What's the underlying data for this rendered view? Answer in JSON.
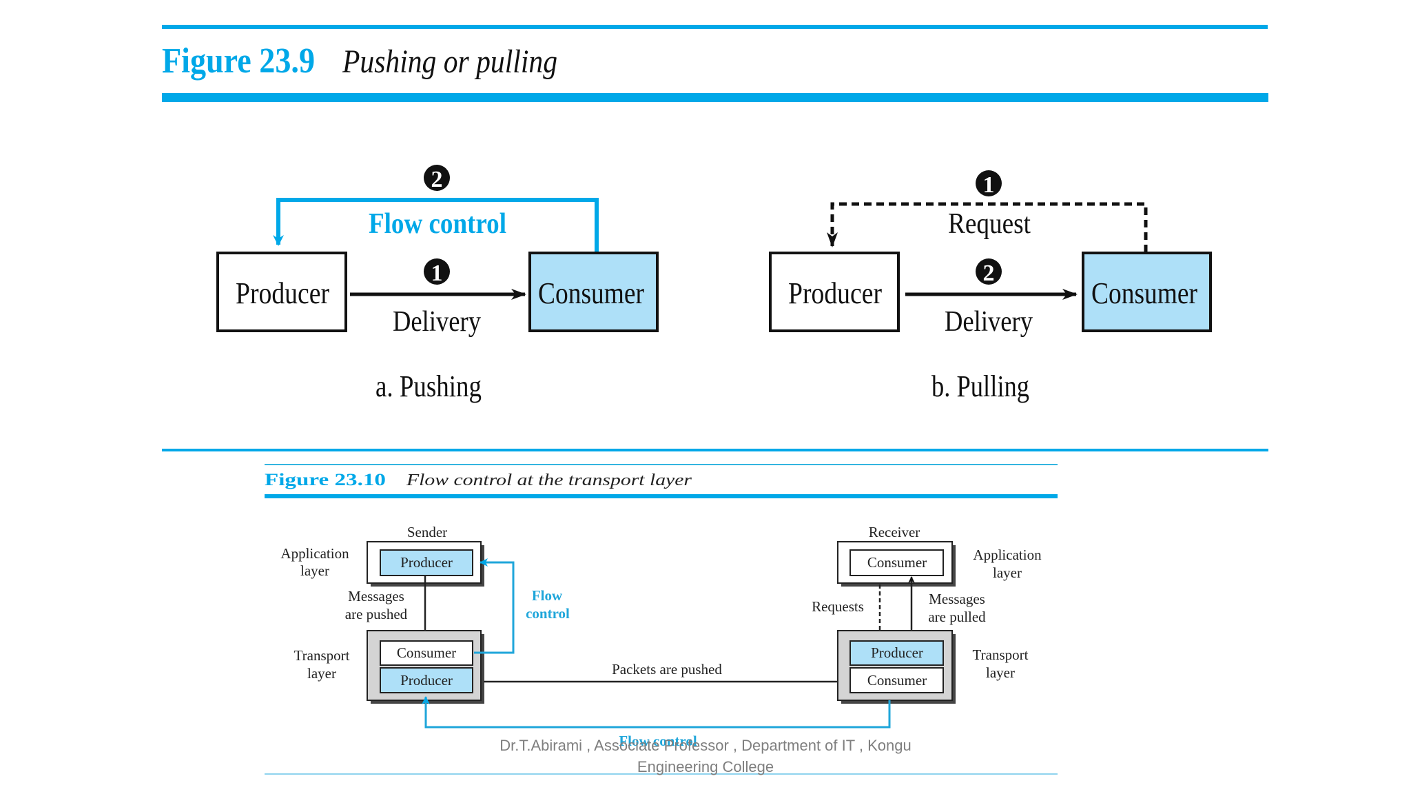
{
  "colors": {
    "accent": "#00a8e8",
    "consumer_fill": "#aee0f8",
    "transport_fill": "#d4d4d4",
    "ink": "#111111",
    "footer_text": "#7f7f7f"
  },
  "figure1": {
    "number": "Figure 23.9",
    "title": "Pushing or pulling",
    "push": {
      "producer": "Producer",
      "consumer": "Consumer",
      "step1": "1",
      "step2": "2",
      "flow_label": "Flow control",
      "delivery_label": "Delivery",
      "caption": "a. Pushing"
    },
    "pull": {
      "producer": "Producer",
      "consumer": "Consumer",
      "step1": "1",
      "step2": "2",
      "request_label": "Request",
      "delivery_label": "Delivery",
      "caption": "b. Pulling"
    }
  },
  "figure2": {
    "number": "Figure 23.10",
    "title": "Flow control at the transport layer",
    "sender": {
      "heading": "Sender",
      "app_layer_label_1": "Application",
      "app_layer_label_2": "layer",
      "transport_label_1": "Transport",
      "transport_label_2": "layer",
      "app_producer": "Producer",
      "transport_consumer": "Consumer",
      "transport_producer": "Producer",
      "messages_1": "Messages",
      "messages_2": "are pushed",
      "flow_1": "Flow",
      "flow_2": "control"
    },
    "receiver": {
      "heading": "Receiver",
      "app_layer_label_1": "Application",
      "app_layer_label_2": "layer",
      "transport_label_1": "Transport",
      "transport_label_2": "layer",
      "app_consumer": "Consumer",
      "transport_producer": "Producer",
      "transport_consumer": "Consumer",
      "requests": "Requests",
      "messages_1": "Messages",
      "messages_2": "are pulled"
    },
    "packets_label": "Packets are pushed",
    "bottom_flow_label": "Flow control"
  },
  "footer": {
    "line1": "Dr.T.Abirami , Associate Professor , Department of IT , Kongu",
    "line2": "Engineering College"
  }
}
